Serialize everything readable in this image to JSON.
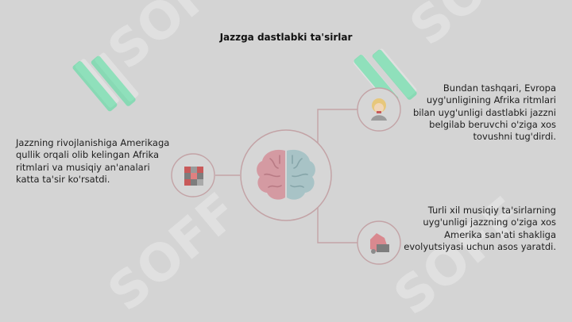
{
  "title": "Jazzga dastlabki ta'sirlar",
  "watermark": {
    "text": "SOFF",
    "color": "#2ee08f"
  },
  "colors": {
    "background": "#d4d4d4",
    "connector": "#c3a3a6",
    "brain_left": "#d49aa2",
    "brain_right": "#a8c3c6"
  },
  "nodes": {
    "center": {
      "icon": "brain-icon"
    },
    "left": {
      "icon": "african-pattern-icon",
      "text": "Jazzning rivojlanishiga Amerikaga qullik orqali olib kelingan Afrika ritmlari va musiqiy an'analari katta ta'sir ko'rsatdi."
    },
    "top_right": {
      "icon": "european-portrait-icon",
      "text": "Bundan tashqari, Evropa uyg'unligining Afrika ritmlari bilan uyg'unligi dastlabki jazzni belgilab beruvchi o'ziga xos tovushni tug'dirdi."
    },
    "bottom_right": {
      "icon": "musical-fusion-icon",
      "text": "Turli xil musiqiy ta'sirlarning uyg'unligi jazzning o'ziga xos Amerika san'ati shakliga evolyutsiyasi uchun asos yaratdi."
    }
  }
}
